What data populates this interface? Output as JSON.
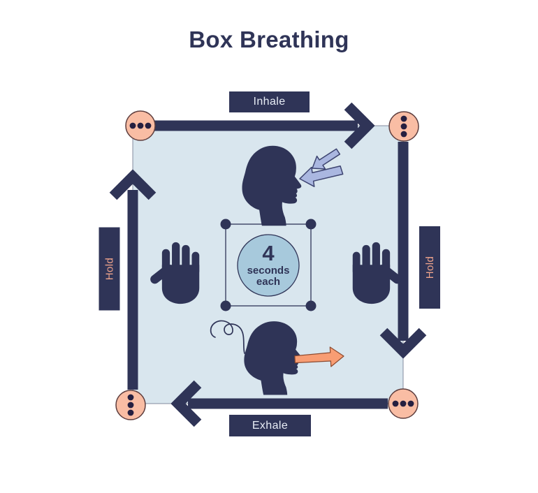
{
  "title": "Box Breathing",
  "sequence": {
    "top": {
      "label": "Inhale",
      "direction": "right"
    },
    "right": {
      "label": "Hold",
      "direction": "down"
    },
    "bottom": {
      "label": "Exhale",
      "direction": "left"
    },
    "left": {
      "label": "Hold",
      "direction": "up"
    }
  },
  "center": {
    "number": "4",
    "line1": "seconds",
    "line2": "each"
  },
  "icons": {
    "top_left_corner": "three-dots-circle-horizontal",
    "top_right_corner": "three-dots-circle-vertical",
    "bottom_right_corner": "three-dots-circle-horizontal",
    "bottom_left_corner": "three-dots-circle-vertical",
    "upper_figure": "inhaling-head-profile",
    "lower_figure": "exhaling-head-profile",
    "left_figure": "raised-hand",
    "right_figure": "raised-hand",
    "upper_arrows": "breath-in-arrows",
    "lower_arrow": "breath-out-arrow",
    "scribble": "squiggle-line"
  },
  "colors": {
    "navy": "#2f3457",
    "box_fill": "#d9e6ee",
    "corner_circle": "#f9bda4",
    "corner_circle_edge": "#5e3e3e",
    "dot": "#251f40",
    "center_circle": "#a7c9dc",
    "inhale_arrow": "#aab7e0",
    "inhale_arrow_edge": "#3d4470",
    "exhale_arrow": "#f89d73",
    "exhale_arrow_edge": "#8c4a2f",
    "hold_text": "#efa48c",
    "band_text": "#e8edf6"
  }
}
